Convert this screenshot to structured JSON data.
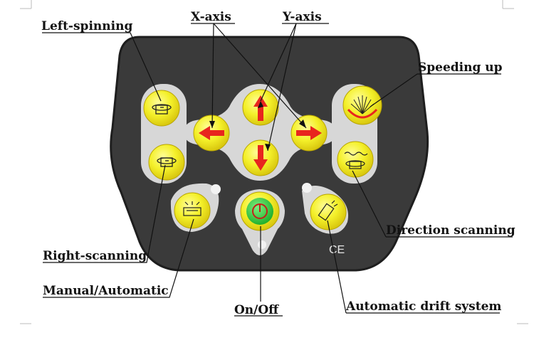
{
  "labels": {
    "left_spinning": "Left-spinning",
    "x_axis": "X-axis",
    "y_axis": "Y-axis",
    "speeding_up": "Speeding up",
    "right_scanning": "Right-scanning",
    "manual_automatic": "Manual/Automatic",
    "on_off": "On/Off",
    "automatic_drift_system": "Automatic drift system",
    "direction_scanning": "Direction scanning"
  },
  "panel": {
    "ce_mark": "CE"
  },
  "colors": {
    "panel": "#3a3a3a",
    "button_yellow": "#f4f02a",
    "arrow_red": "#e8251e",
    "power_green": "#2fc93a",
    "plate_grey": "#d7d7d7"
  }
}
